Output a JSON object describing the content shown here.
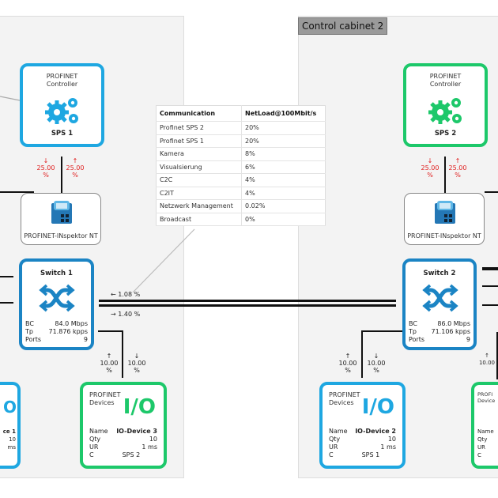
{
  "cabinets": {
    "cabinet2_label": "Control cabinet 2"
  },
  "colors": {
    "controller1": "#1ea7e1",
    "controller2": "#1dc86a",
    "switch": "#1b84c4",
    "io_blue": "#1ea7e1",
    "io_green": "#1dc86a",
    "load_red": "#e02020"
  },
  "controllers": [
    {
      "type": "PROFINET Controller",
      "name": "SPS 1",
      "down": "↓",
      "down_val": "25.00",
      "up": "↑",
      "up_val": "25.00",
      "unit": "%"
    },
    {
      "type": "PROFINET Controller",
      "name": "SPS 2",
      "down": "↓",
      "down_val": "25.00",
      "up": "↑",
      "up_val": "25.00",
      "unit": "%"
    }
  ],
  "inspectors": [
    {
      "name": "PROFINET-INspektor NT"
    },
    {
      "name": "PROFINET-INspektor NT"
    }
  ],
  "switches": [
    {
      "name": "Switch 1",
      "bc_label": "BC",
      "bc": "84.0 Mbps",
      "tp_label": "Tp",
      "tp": "71.876 kpps",
      "ports_label": "Ports",
      "ports": "9"
    },
    {
      "name": "Switch 2",
      "bc_label": "BC",
      "bc": "86.0 Mbps",
      "tp_label": "Tp",
      "tp": "71.106 kpps",
      "ports_label": "Ports",
      "ports": "9"
    }
  ],
  "trunk": {
    "left_label": "← 1.08 %",
    "right_label": "→ 1.40 %"
  },
  "links": [
    {
      "up": "↑",
      "up_val": "10.00",
      "down": "↓",
      "down_val": "10.00",
      "unit": "%"
    },
    {
      "up": "↑",
      "up_val": "10.00",
      "down": "↓",
      "down_val": "10.00",
      "unit": "%"
    },
    {
      "up": "↑",
      "up_val": "10.00"
    }
  ],
  "io_devices": [
    {
      "type": "PROFINET Devices",
      "icon": "I/O",
      "name_label": "Name",
      "name": "IO-Device 3",
      "qty_label": "Qty",
      "qty": "10",
      "ur_label": "UR",
      "ur": "1 ms",
      "c_label": "C",
      "c": "SPS 2"
    },
    {
      "type": "PROFINET Devices",
      "icon": "I/O",
      "name_label": "Name",
      "name": "IO-Device 2",
      "qty_label": "Qty",
      "qty": "10",
      "ur_label": "UR",
      "ur": "1 ms",
      "c_label": "C",
      "c": "SPS 1"
    },
    {
      "icon": "O",
      "name": "ce 1",
      "qty": "10",
      "ur": "ms"
    },
    {
      "type": "PROFI Device",
      "name_label": "Name",
      "qty_label": "Qty",
      "ur_label": "UR",
      "c_label": "C"
    }
  ],
  "netload_table": {
    "headers": [
      "Communication",
      "NetLoad@100Mbit/s"
    ],
    "rows": [
      [
        "Profinet SPS 2",
        "20%"
      ],
      [
        "Profinet SPS 1",
        "20%"
      ],
      [
        "Kamera",
        "8%"
      ],
      [
        "Visualsierung",
        "6%"
      ],
      [
        "C2C",
        "4%"
      ],
      [
        "C2IT",
        "4%"
      ],
      [
        "Netzwerk Management",
        "0.02%"
      ],
      [
        "Broadcast",
        "0%"
      ]
    ]
  }
}
